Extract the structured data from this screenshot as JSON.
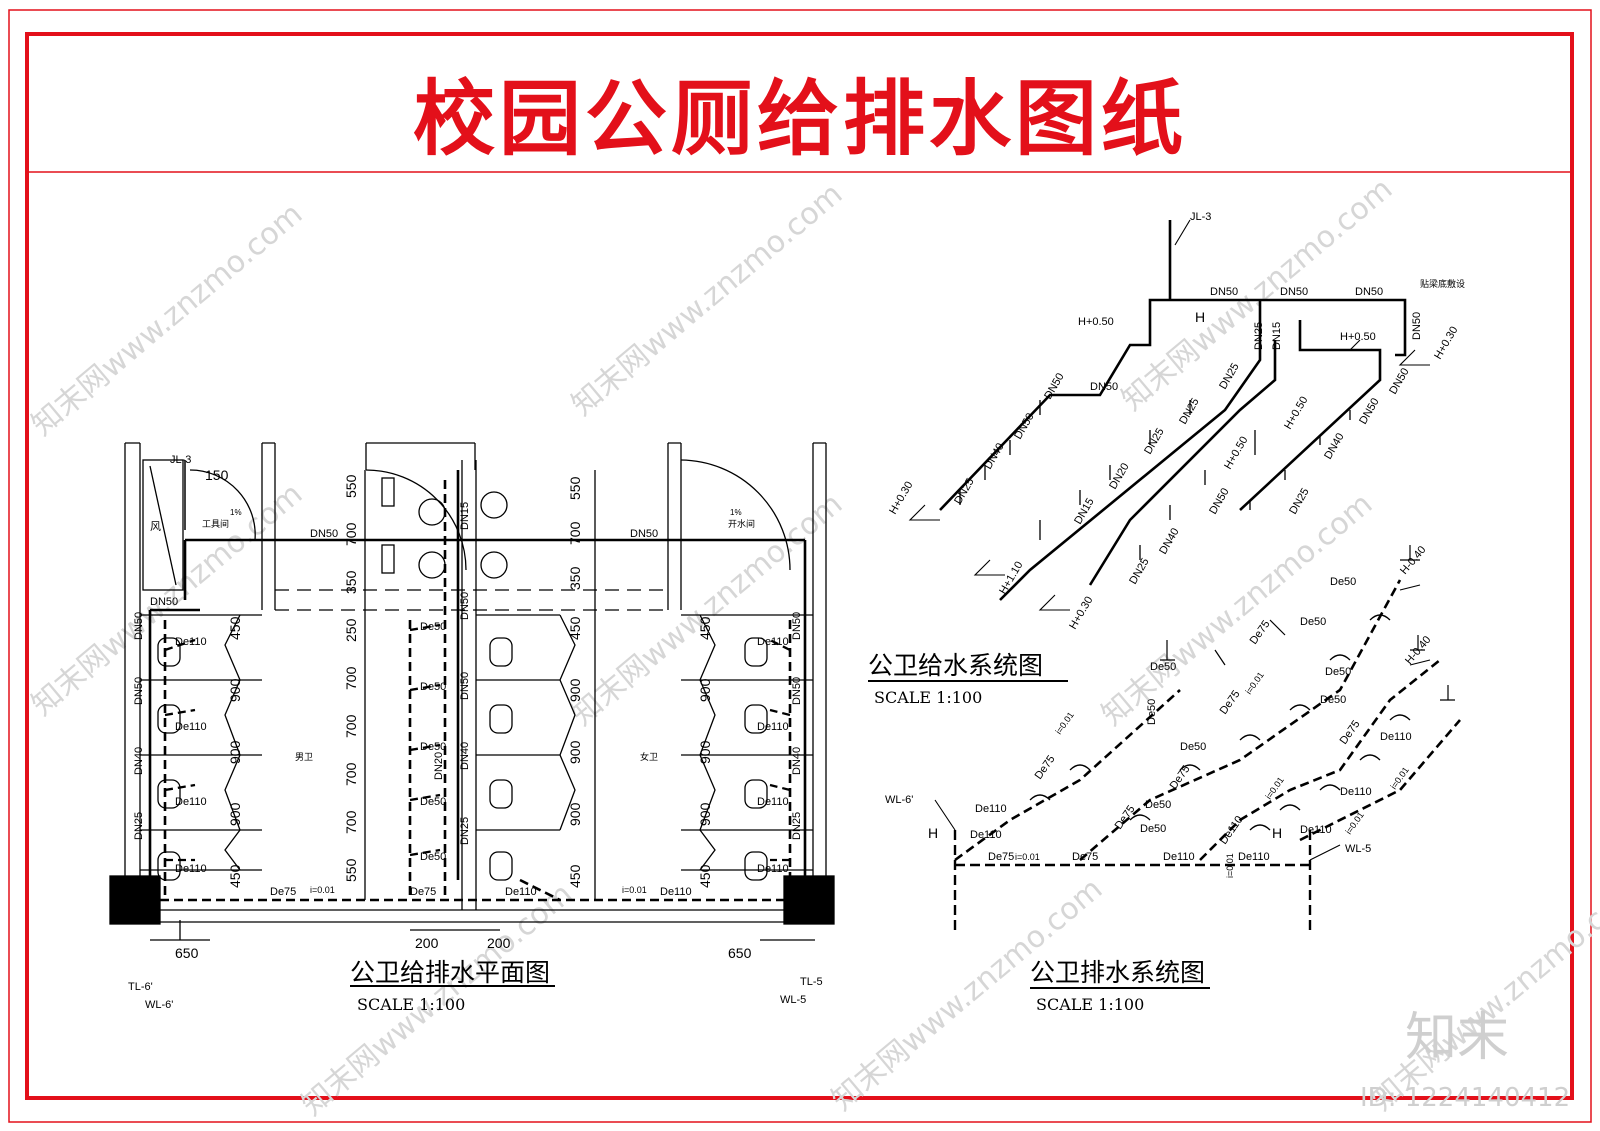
{
  "colors": {
    "border": "#e3101a",
    "line": "#000000",
    "watermark": "#d6d6d6"
  },
  "header": {
    "title": "校园公厕给排水图纸"
  },
  "plan": {
    "caption": "公卫给排水平面图",
    "scale": "SCALE 1:100",
    "room_men": "男卫",
    "room_women": "女卫",
    "room_tool": "工具间",
    "room_boiler": "开水间",
    "room_vent": "风",
    "riser_label": "JL-3",
    "dim_150": "150",
    "dim_650": "650",
    "dim_200": "200",
    "tag_tl6": "TL-6'",
    "tag_wl6": "WL-6'",
    "tag_tl5": "TL-5",
    "tag_wl5": "WL-5",
    "pipe_dn50": "DN50",
    "pipe_dn40": "DN40",
    "pipe_dn25": "DN25",
    "pipe_dn20": "DN20",
    "pipe_dn15": "DN15",
    "pipe_de110": "De110",
    "pipe_de75": "De75",
    "pipe_de50": "De50",
    "slope": "i=0.01",
    "pct": "1%",
    "left_dims": [
      "550",
      "700",
      "350",
      "250",
      "700",
      "700",
      "700",
      "700",
      "550"
    ],
    "stall_dims": [
      "450",
      "900",
      "900",
      "900",
      "450"
    ],
    "right_dims": [
      "550",
      "700",
      "350",
      "450",
      "900",
      "900",
      "900",
      "450"
    ]
  },
  "supply": {
    "caption": "公卫给水系统图",
    "scale": "SCALE 1:100",
    "riser": "JL-3",
    "note": "贴梁底敷设",
    "h050": "H+0.50",
    "h030": "H+0.30",
    "h110": "H+1.10",
    "hmark": "H",
    "dn50": "DN50",
    "dn40": "DN40",
    "dn25": "DN25",
    "dn20": "DN20",
    "dn15": "DN15"
  },
  "drain": {
    "caption": "公卫排水系统图",
    "scale": "SCALE 1:100",
    "wl6": "WL-6'",
    "wl5": "WL-5",
    "hneg": "H-0.40",
    "hmark": "H",
    "de110": "De110",
    "de75": "De75",
    "de50": "De50",
    "slope": "i=0.01"
  },
  "watermark": {
    "text": "知末网www.znzmo.com",
    "logo": "知末",
    "id": "ID: 1224140412"
  }
}
